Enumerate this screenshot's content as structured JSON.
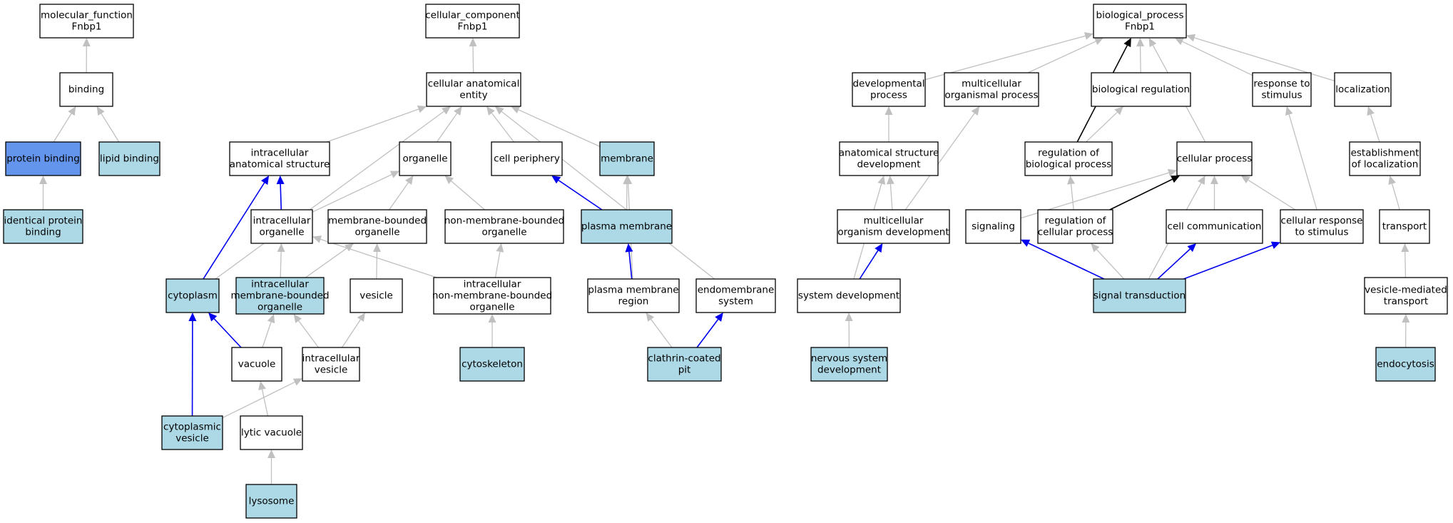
{
  "nodes": [
    {
      "id": "mf",
      "lines": [
        "molecular_function",
        "Fnbp1"
      ],
      "fill": "white"
    },
    {
      "id": "binding",
      "lines": [
        "binding"
      ],
      "fill": "white"
    },
    {
      "id": "protein_binding",
      "lines": [
        "protein binding"
      ],
      "fill": "dark"
    },
    {
      "id": "lipid_binding",
      "lines": [
        "lipid binding"
      ],
      "fill": "light"
    },
    {
      "id": "identical_protein_binding",
      "lines": [
        "identical protein",
        "binding"
      ],
      "fill": "light"
    },
    {
      "id": "cc",
      "lines": [
        "cellular_component",
        "Fnbp1"
      ],
      "fill": "white"
    },
    {
      "id": "cae",
      "lines": [
        "cellular anatomical",
        "entity"
      ],
      "fill": "white"
    },
    {
      "id": "ias",
      "lines": [
        "intracellular",
        "anatomical structure"
      ],
      "fill": "white"
    },
    {
      "id": "organelle",
      "lines": [
        "organelle"
      ],
      "fill": "white"
    },
    {
      "id": "cell_periphery",
      "lines": [
        "cell periphery"
      ],
      "fill": "white"
    },
    {
      "id": "membrane",
      "lines": [
        "membrane"
      ],
      "fill": "light"
    },
    {
      "id": "intra_org",
      "lines": [
        "intracellular",
        "organelle"
      ],
      "fill": "white"
    },
    {
      "id": "mbo",
      "lines": [
        "membrane-bounded",
        "organelle"
      ],
      "fill": "white"
    },
    {
      "id": "nmbo",
      "lines": [
        "non-membrane-bounded",
        "organelle"
      ],
      "fill": "white"
    },
    {
      "id": "plasma_membrane",
      "lines": [
        "plasma membrane"
      ],
      "fill": "light"
    },
    {
      "id": "cytoplasm",
      "lines": [
        "cytoplasm"
      ],
      "fill": "light"
    },
    {
      "id": "imbo",
      "lines": [
        "intracellular",
        "membrane-bounded",
        "organelle"
      ],
      "fill": "light"
    },
    {
      "id": "vesicle",
      "lines": [
        "vesicle"
      ],
      "fill": "white"
    },
    {
      "id": "inmbo",
      "lines": [
        "intracellular",
        "non-membrane-bounded",
        "organelle"
      ],
      "fill": "white"
    },
    {
      "id": "pmr",
      "lines": [
        "plasma membrane",
        "region"
      ],
      "fill": "white"
    },
    {
      "id": "endomembrane",
      "lines": [
        "endomembrane",
        "system"
      ],
      "fill": "white"
    },
    {
      "id": "vacuole",
      "lines": [
        "vacuole"
      ],
      "fill": "white"
    },
    {
      "id": "intra_vesicle",
      "lines": [
        "intracellular",
        "vesicle"
      ],
      "fill": "white"
    },
    {
      "id": "cytoskeleton",
      "lines": [
        "cytoskeleton"
      ],
      "fill": "light"
    },
    {
      "id": "ccp",
      "lines": [
        "clathrin-coated",
        "pit"
      ],
      "fill": "light"
    },
    {
      "id": "cyto_vesicle",
      "lines": [
        "cytoplasmic",
        "vesicle"
      ],
      "fill": "light"
    },
    {
      "id": "lytic_vacuole",
      "lines": [
        "lytic vacuole"
      ],
      "fill": "white"
    },
    {
      "id": "lysosome",
      "lines": [
        "lysosome"
      ],
      "fill": "light"
    },
    {
      "id": "bp",
      "lines": [
        "biological_process",
        "Fnbp1"
      ],
      "fill": "white"
    },
    {
      "id": "dev_process",
      "lines": [
        "developmental",
        "process"
      ],
      "fill": "white"
    },
    {
      "id": "mop",
      "lines": [
        "multicellular",
        "organismal process"
      ],
      "fill": "white"
    },
    {
      "id": "bio_reg",
      "lines": [
        "biological regulation"
      ],
      "fill": "white"
    },
    {
      "id": "resp_stim",
      "lines": [
        "response to",
        "stimulus"
      ],
      "fill": "white"
    },
    {
      "id": "localization",
      "lines": [
        "localization"
      ],
      "fill": "white"
    },
    {
      "id": "asd",
      "lines": [
        "anatomical structure",
        "development"
      ],
      "fill": "white"
    },
    {
      "id": "reg_bp",
      "lines": [
        "regulation of",
        "biological process"
      ],
      "fill": "white"
    },
    {
      "id": "cell_process",
      "lines": [
        "cellular process"
      ],
      "fill": "white"
    },
    {
      "id": "est_loc",
      "lines": [
        "establishment",
        "of localization"
      ],
      "fill": "white"
    },
    {
      "id": "mod",
      "lines": [
        "multicellular",
        "organism development"
      ],
      "fill": "white"
    },
    {
      "id": "signaling",
      "lines": [
        "signaling"
      ],
      "fill": "white"
    },
    {
      "id": "reg_cp",
      "lines": [
        "regulation of",
        "cellular process"
      ],
      "fill": "white"
    },
    {
      "id": "cell_comm",
      "lines": [
        "cell communication"
      ],
      "fill": "white"
    },
    {
      "id": "crs",
      "lines": [
        "cellular response",
        "to stimulus"
      ],
      "fill": "white"
    },
    {
      "id": "transport",
      "lines": [
        "transport"
      ],
      "fill": "white"
    },
    {
      "id": "sys_dev",
      "lines": [
        "system development"
      ],
      "fill": "white"
    },
    {
      "id": "sig_trans",
      "lines": [
        "signal transduction"
      ],
      "fill": "light"
    },
    {
      "id": "vmt",
      "lines": [
        "vesicle-mediated",
        "transport"
      ],
      "fill": "white"
    },
    {
      "id": "nsd",
      "lines": [
        "nervous system",
        "development"
      ],
      "fill": "light"
    },
    {
      "id": "endocytosis",
      "lines": [
        "endocytosis"
      ],
      "fill": "light"
    }
  ],
  "edges": [
    {
      "from": "binding",
      "to": "mf",
      "color": "gray"
    },
    {
      "from": "protein_binding",
      "to": "binding",
      "color": "gray"
    },
    {
      "from": "lipid_binding",
      "to": "binding",
      "color": "gray"
    },
    {
      "from": "identical_protein_binding",
      "to": "protein_binding",
      "color": "gray"
    },
    {
      "from": "cae",
      "to": "cc",
      "color": "gray"
    },
    {
      "from": "ias",
      "to": "cae",
      "color": "gray"
    },
    {
      "from": "organelle",
      "to": "cae",
      "color": "gray"
    },
    {
      "from": "cell_periphery",
      "to": "cae",
      "color": "gray"
    },
    {
      "from": "membrane",
      "to": "cae",
      "color": "gray"
    },
    {
      "from": "cytoplasm",
      "to": "cae",
      "color": "gray"
    },
    {
      "from": "endomembrane",
      "to": "cae",
      "color": "gray"
    },
    {
      "from": "intra_org",
      "to": "ias",
      "color": "blue"
    },
    {
      "from": "cytoplasm",
      "to": "ias",
      "color": "blue"
    },
    {
      "from": "intra_org",
      "to": "organelle",
      "color": "gray"
    },
    {
      "from": "mbo",
      "to": "organelle",
      "color": "gray"
    },
    {
      "from": "nmbo",
      "to": "organelle",
      "color": "gray"
    },
    {
      "from": "plasma_membrane",
      "to": "cell_periphery",
      "color": "blue"
    },
    {
      "from": "plasma_membrane",
      "to": "membrane",
      "color": "gray"
    },
    {
      "from": "pmr",
      "to": "membrane",
      "color": "gray"
    },
    {
      "from": "imbo",
      "to": "intra_org",
      "color": "gray"
    },
    {
      "from": "imbo",
      "to": "mbo",
      "color": "gray"
    },
    {
      "from": "inmbo",
      "to": "intra_org",
      "color": "gray"
    },
    {
      "from": "inmbo",
      "to": "nmbo",
      "color": "gray"
    },
    {
      "from": "vesicle",
      "to": "mbo",
      "color": "gray"
    },
    {
      "from": "pmr",
      "to": "plasma_membrane",
      "color": "blue"
    },
    {
      "from": "vacuole",
      "to": "cytoplasm",
      "color": "blue"
    },
    {
      "from": "cyto_vesicle",
      "to": "cytoplasm",
      "color": "blue"
    },
    {
      "from": "vacuole",
      "to": "imbo",
      "color": "gray"
    },
    {
      "from": "intra_vesicle",
      "to": "imbo",
      "color": "gray"
    },
    {
      "from": "intra_vesicle",
      "to": "vesicle",
      "color": "gray"
    },
    {
      "from": "cytoskeleton",
      "to": "inmbo",
      "color": "gray"
    },
    {
      "from": "ccp",
      "to": "pmr",
      "color": "gray"
    },
    {
      "from": "ccp",
      "to": "endomembrane",
      "color": "blue"
    },
    {
      "from": "cyto_vesicle",
      "to": "intra_vesicle",
      "color": "gray"
    },
    {
      "from": "lytic_vacuole",
      "to": "vacuole",
      "color": "gray"
    },
    {
      "from": "lysosome",
      "to": "lytic_vacuole",
      "color": "gray"
    },
    {
      "from": "dev_process",
      "to": "bp",
      "color": "gray"
    },
    {
      "from": "mop",
      "to": "bp",
      "color": "gray"
    },
    {
      "from": "bio_reg",
      "to": "bp",
      "color": "gray"
    },
    {
      "from": "reg_bp",
      "to": "bp",
      "color": "black"
    },
    {
      "from": "cell_process",
      "to": "bp",
      "color": "gray"
    },
    {
      "from": "resp_stim",
      "to": "bp",
      "color": "gray"
    },
    {
      "from": "localization",
      "to": "bp",
      "color": "gray"
    },
    {
      "from": "asd",
      "to": "dev_process",
      "color": "gray"
    },
    {
      "from": "mod",
      "to": "mop",
      "color": "gray"
    },
    {
      "from": "reg_bp",
      "to": "bio_reg",
      "color": "gray"
    },
    {
      "from": "crs",
      "to": "resp_stim",
      "color": "gray"
    },
    {
      "from": "est_loc",
      "to": "localization",
      "color": "gray"
    },
    {
      "from": "mod",
      "to": "asd",
      "color": "gray"
    },
    {
      "from": "sys_dev",
      "to": "asd",
      "color": "gray"
    },
    {
      "from": "signaling",
      "to": "cell_process",
      "color": "gray"
    },
    {
      "from": "reg_cp",
      "to": "reg_bp",
      "color": "gray"
    },
    {
      "from": "reg_cp",
      "to": "cell_process",
      "color": "black"
    },
    {
      "from": "cell_comm",
      "to": "cell_process",
      "color": "gray"
    },
    {
      "from": "crs",
      "to": "cell_process",
      "color": "gray"
    },
    {
      "from": "sig_trans",
      "to": "cell_process",
      "color": "gray"
    },
    {
      "from": "transport",
      "to": "est_loc",
      "color": "gray"
    },
    {
      "from": "sys_dev",
      "to": "mod",
      "color": "blue"
    },
    {
      "from": "sig_trans",
      "to": "signaling",
      "color": "blue"
    },
    {
      "from": "sig_trans",
      "to": "reg_cp",
      "color": "gray"
    },
    {
      "from": "sig_trans",
      "to": "cell_comm",
      "color": "blue"
    },
    {
      "from": "sig_trans",
      "to": "crs",
      "color": "blue"
    },
    {
      "from": "vmt",
      "to": "transport",
      "color": "gray"
    },
    {
      "from": "nsd",
      "to": "sys_dev",
      "color": "gray"
    },
    {
      "from": "endocytosis",
      "to": "vmt",
      "color": "gray"
    }
  ],
  "colors": {
    "white": "#ffffff",
    "light": "#add8e6",
    "dark": "#6495ed",
    "gray": "#c0c0c0",
    "blue": "#0000ee",
    "black": "#000000",
    "border": "#000000"
  }
}
